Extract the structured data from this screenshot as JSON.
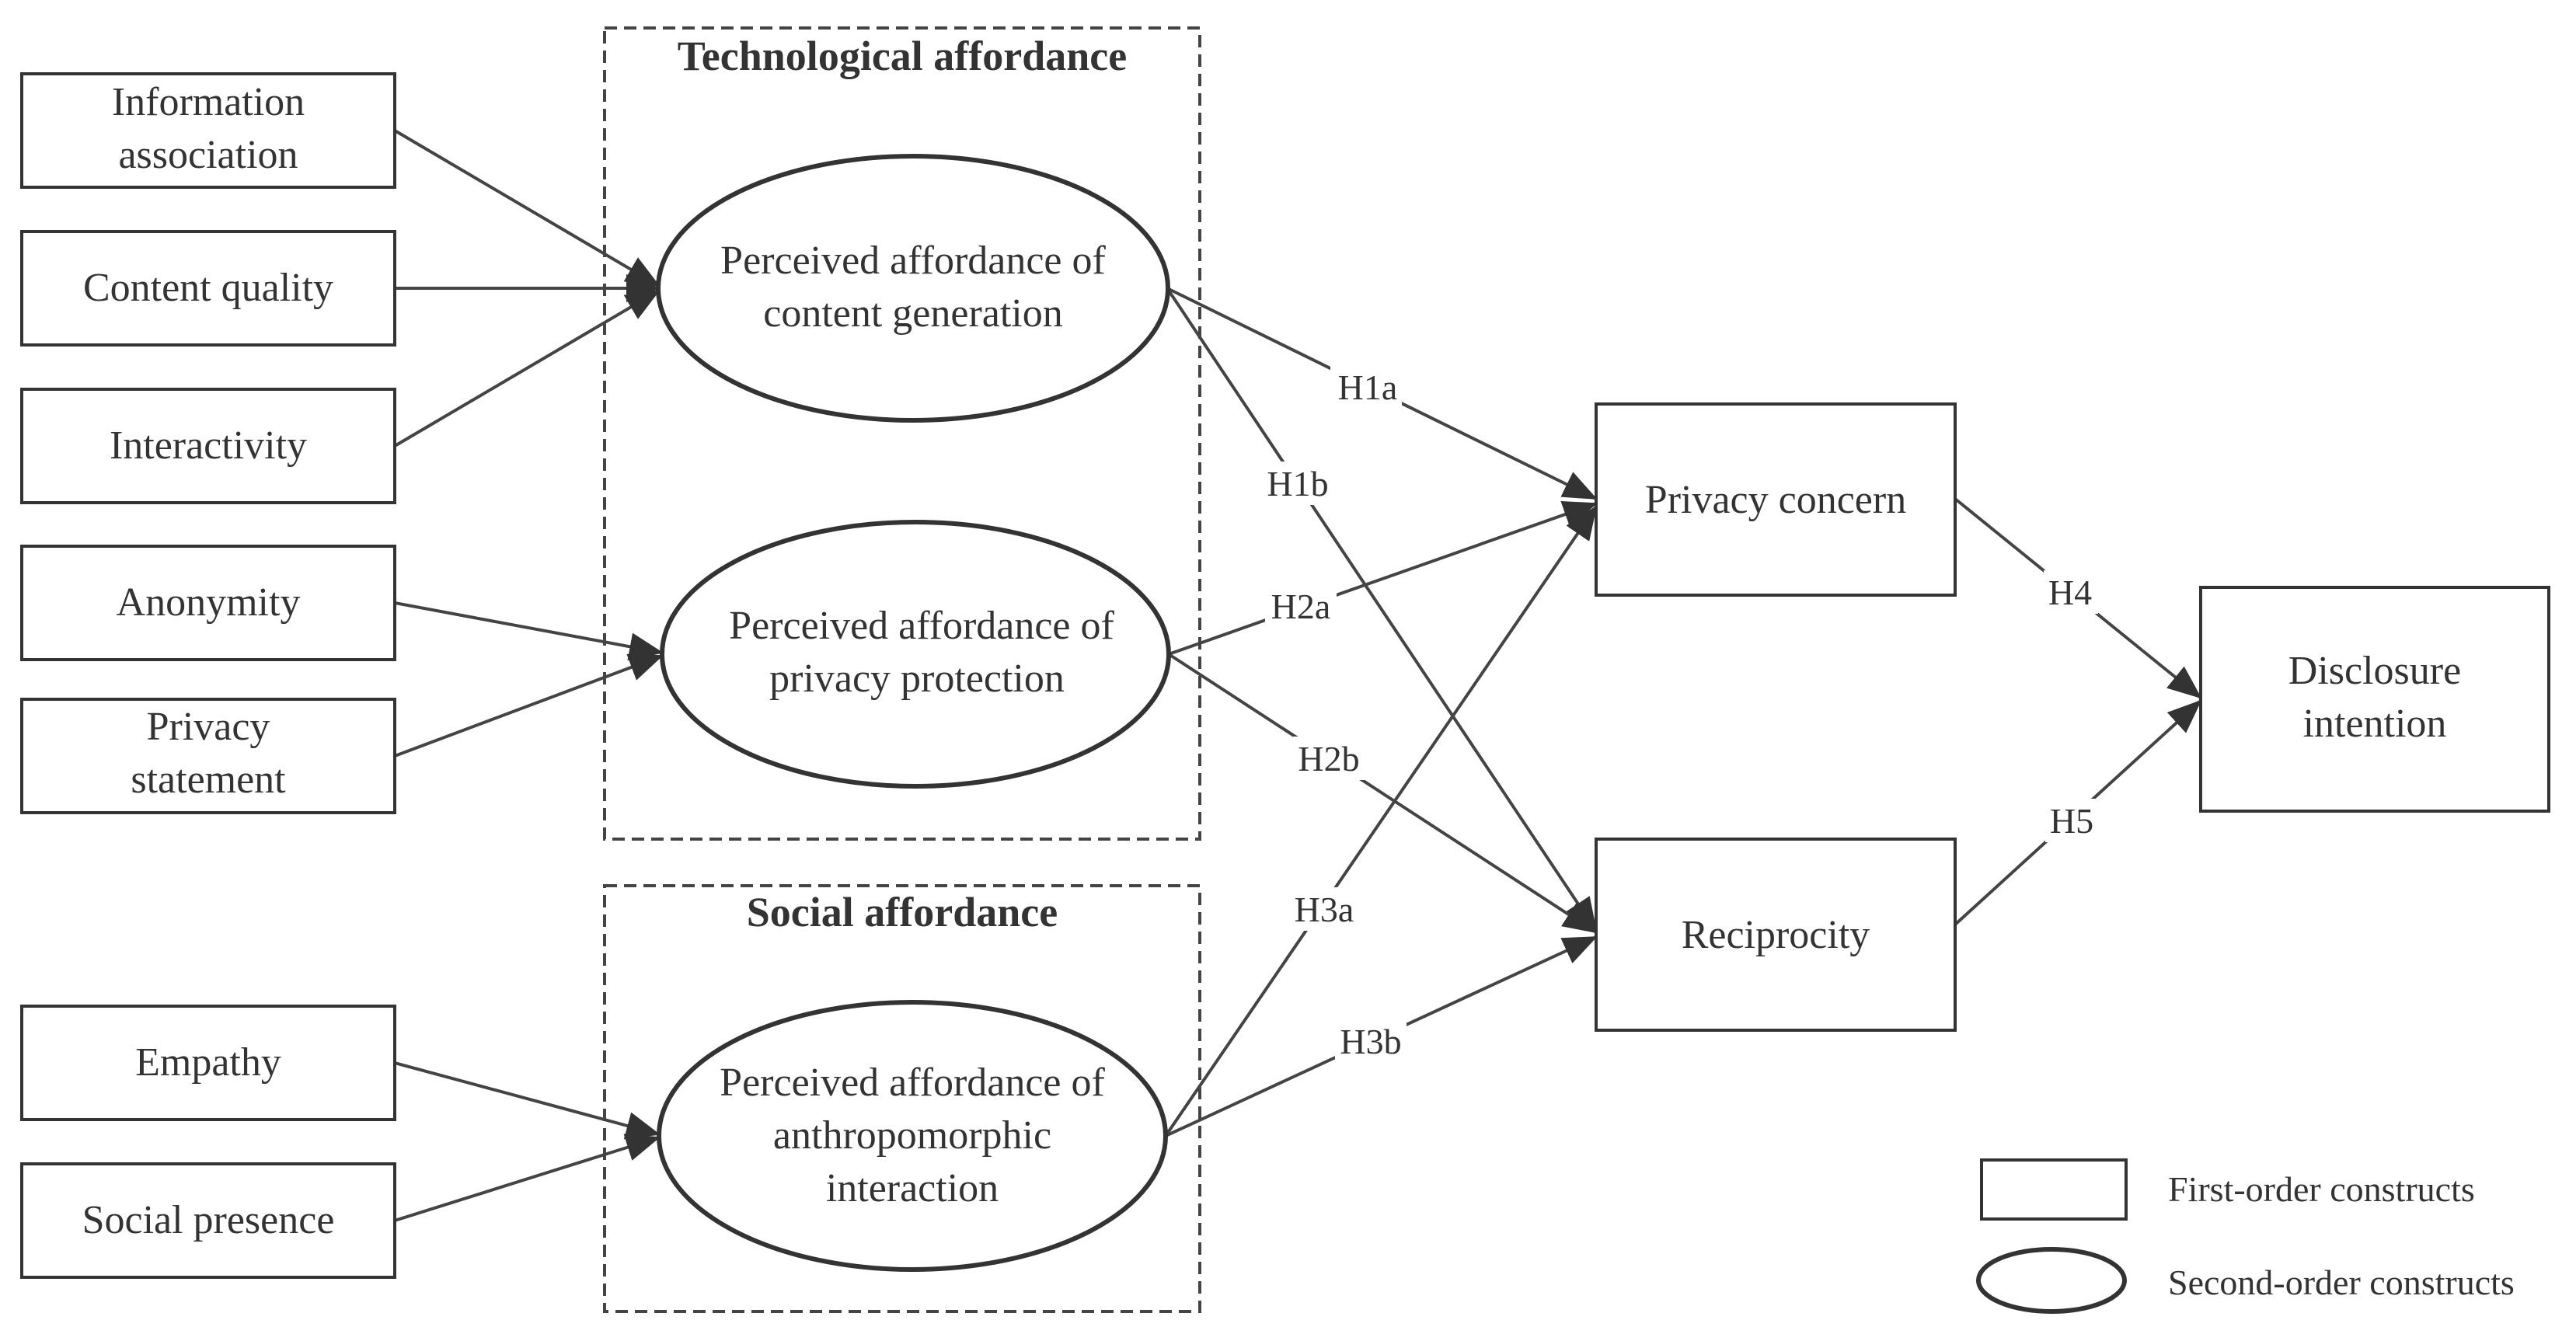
{
  "groups": {
    "technological": "Technological affordance",
    "social": "Social affordance"
  },
  "indicators": {
    "information_association": [
      "Information",
      "association"
    ],
    "content_quality": [
      "Content quality"
    ],
    "interactivity": [
      "Interactivity"
    ],
    "anonymity": [
      "Anonymity"
    ],
    "privacy_statement": [
      "Privacy",
      "statement"
    ],
    "empathy": [
      "Empathy"
    ],
    "social_presence": [
      "Social presence"
    ]
  },
  "second_order": {
    "content_generation": [
      "Perceived affordance of",
      "content generation"
    ],
    "privacy_protection": [
      "Perceived affordance of",
      "privacy protection"
    ],
    "anthropomorphic": [
      "Perceived affordance of",
      "anthropomorphic",
      "interaction"
    ]
  },
  "outcomes": {
    "privacy_concern": [
      "Privacy concern"
    ],
    "reciprocity": [
      "Reciprocity"
    ],
    "disclosure_intention": [
      "Disclosure",
      "intention"
    ]
  },
  "hypotheses": {
    "h1a": "H1a",
    "h1b": "H1b",
    "h2a": "H2a",
    "h2b": "H2b",
    "h3a": "H3a",
    "h3b": "H3b",
    "h4": "H4",
    "h5": "H5"
  },
  "legend": {
    "first_order": "First-order constructs",
    "second_order": "Second-order constructs"
  },
  "colors": {
    "stroke": "#333333",
    "text": "#333333",
    "background": "#ffffff"
  }
}
